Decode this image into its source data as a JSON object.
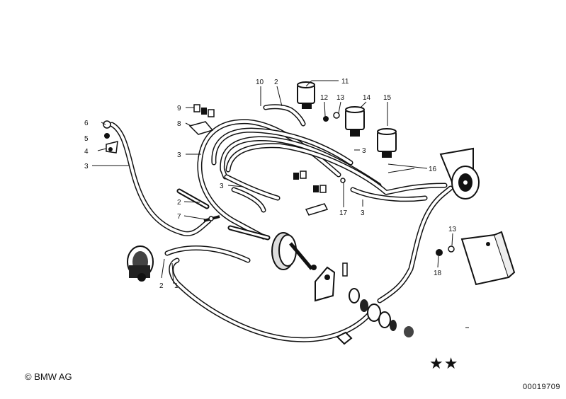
{
  "callouts": {
    "c1": "1",
    "c2a": "2",
    "c2b": "2",
    "c2c": "2",
    "c3a": "3",
    "c3b": "3",
    "c3c": "3",
    "c3d": "3",
    "c3e": "3",
    "c4": "4",
    "c5": "5",
    "c6": "6",
    "c7": "7",
    "c8": "8",
    "c9": "9",
    "c10": "10",
    "c11": "11",
    "c12": "12",
    "c13a": "13",
    "c13b": "13",
    "c14": "14",
    "c15": "15",
    "c16": "16",
    "c17": "17",
    "c18": "18"
  },
  "footer": {
    "copyright": "© BMW AG",
    "stars": "★★",
    "diagram_number": "00019709"
  }
}
